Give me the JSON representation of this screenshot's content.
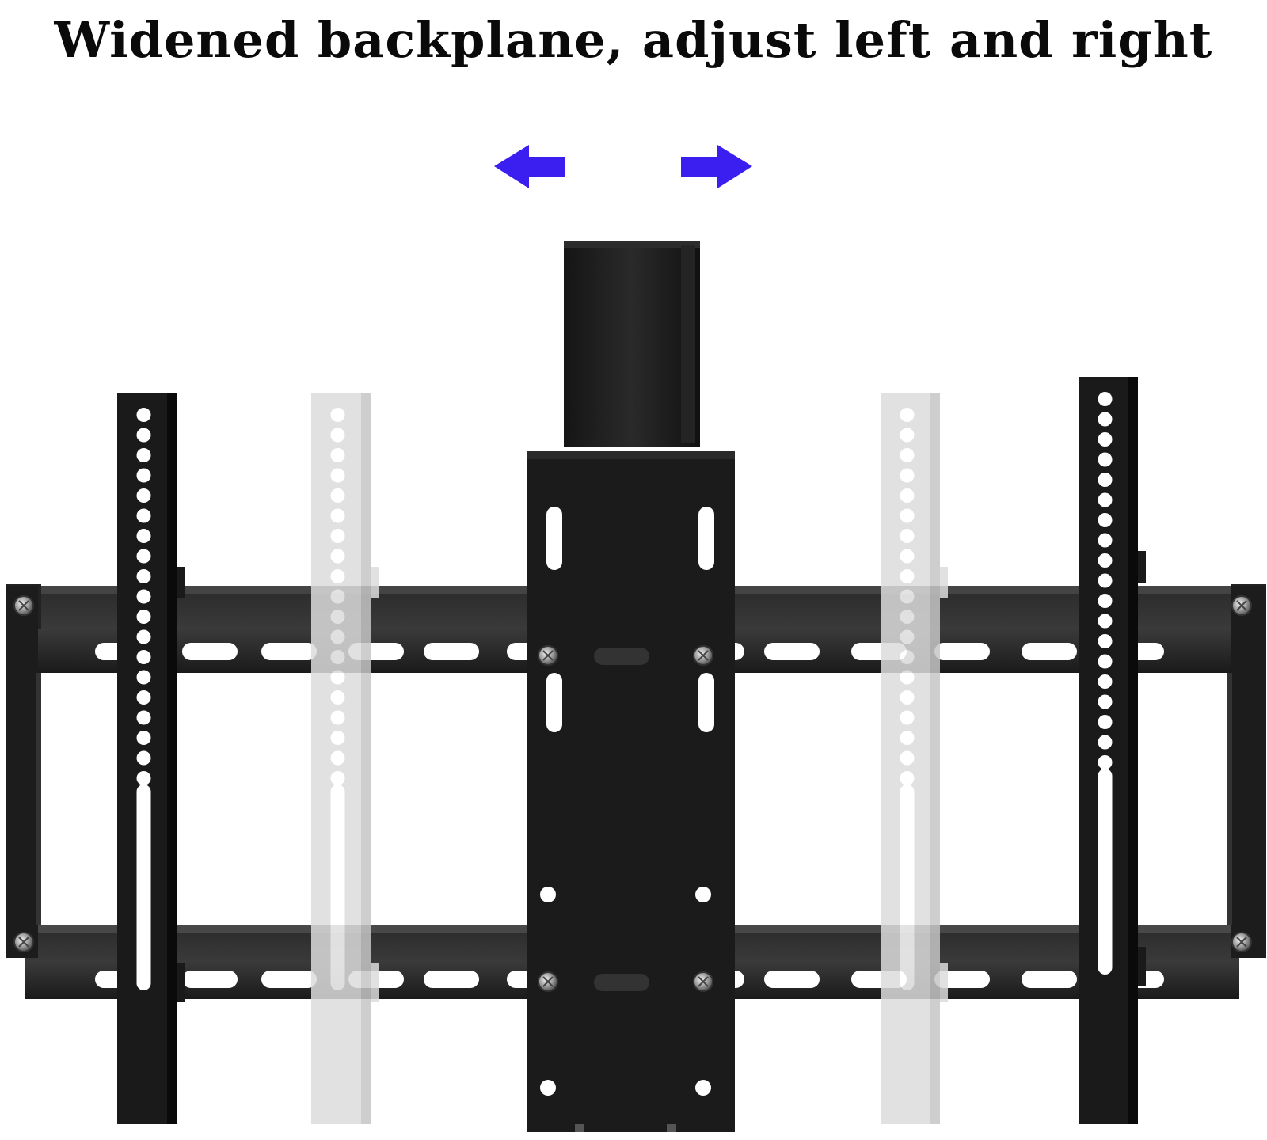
{
  "headline": "Widened backplane, adjust left and right",
  "colors": {
    "arrow": "#3a1ff0",
    "metal": "#111111",
    "ghost": "#d6d6d6",
    "background": "#ffffff"
  },
  "scene": {
    "description_icons": [
      "arrow-left-icon",
      "arrow-right-icon"
    ],
    "rails": 2,
    "arms_solid": 2,
    "arms_ghost": 2
  }
}
